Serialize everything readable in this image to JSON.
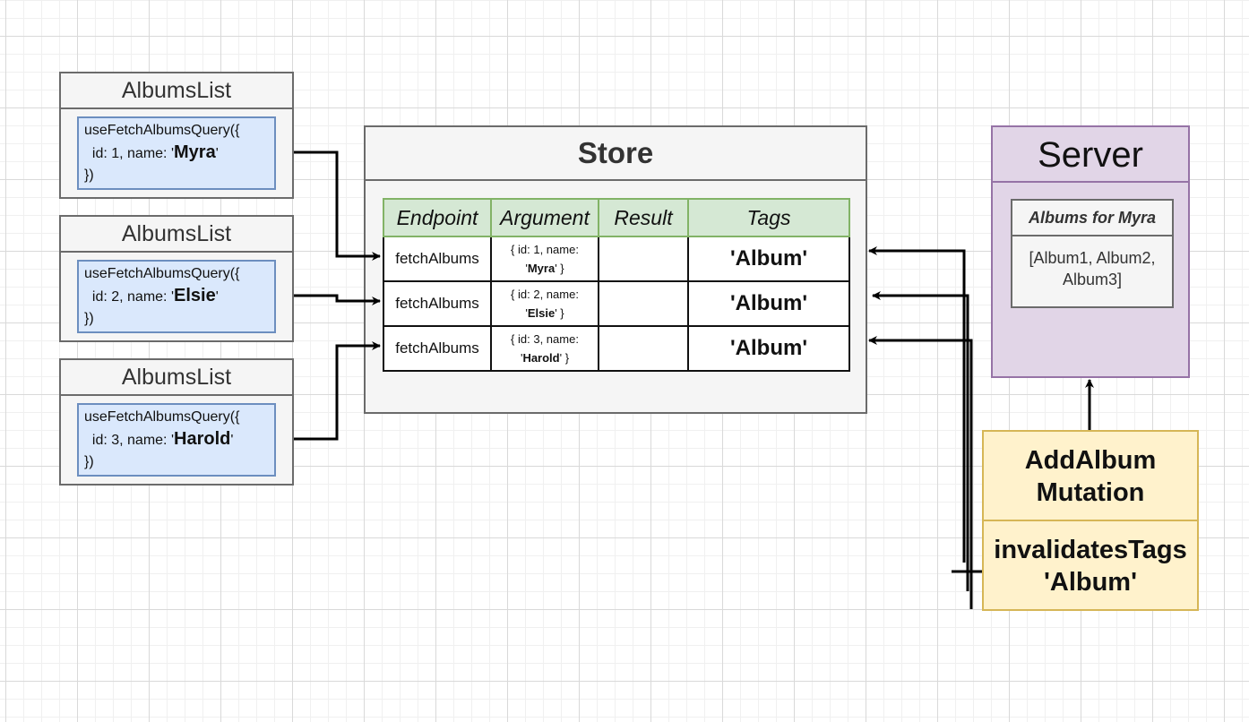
{
  "components": [
    {
      "title": "AlbumsList",
      "hook_call": "useFetchAlbumsQuery({",
      "hook_arg_prefix": "id: 1, name: '",
      "hook_name": "Myra",
      "hook_arg_suffix": "'",
      "hook_close": "})"
    },
    {
      "title": "AlbumsList",
      "hook_call": "useFetchAlbumsQuery({",
      "hook_arg_prefix": "id: 2, name: '",
      "hook_name": "Elsie",
      "hook_arg_suffix": "'",
      "hook_close": "})"
    },
    {
      "title": "AlbumsList",
      "hook_call": "useFetchAlbumsQuery({",
      "hook_arg_prefix": "id: 3, name: '",
      "hook_name": "Harold",
      "hook_arg_suffix": "'",
      "hook_close": "})"
    }
  ],
  "store": {
    "title": "Store",
    "columns": [
      "Endpoint",
      "Argument",
      "Result",
      "Tags"
    ],
    "rows": [
      {
        "endpoint": "fetchAlbums",
        "arg_line1": "{ id: 1, name:",
        "arg_name": "Myra",
        "result": "",
        "tag": "'Album'"
      },
      {
        "endpoint": "fetchAlbums",
        "arg_line1": "{ id: 2, name:",
        "arg_name": "Elsie",
        "result": "",
        "tag": "'Album'"
      },
      {
        "endpoint": "fetchAlbums",
        "arg_line1": "{ id: 3, name:",
        "arg_name": "Harold",
        "result": "",
        "tag": "'Album'"
      }
    ]
  },
  "server": {
    "title": "Server",
    "box_title": "Albums for Myra",
    "box_body": "[Album1, Album2, Album3]"
  },
  "mutation": {
    "line1": "AddAlbum",
    "line2": "Mutation",
    "line3": "invalidatesTags",
    "line4": "'Album'"
  }
}
